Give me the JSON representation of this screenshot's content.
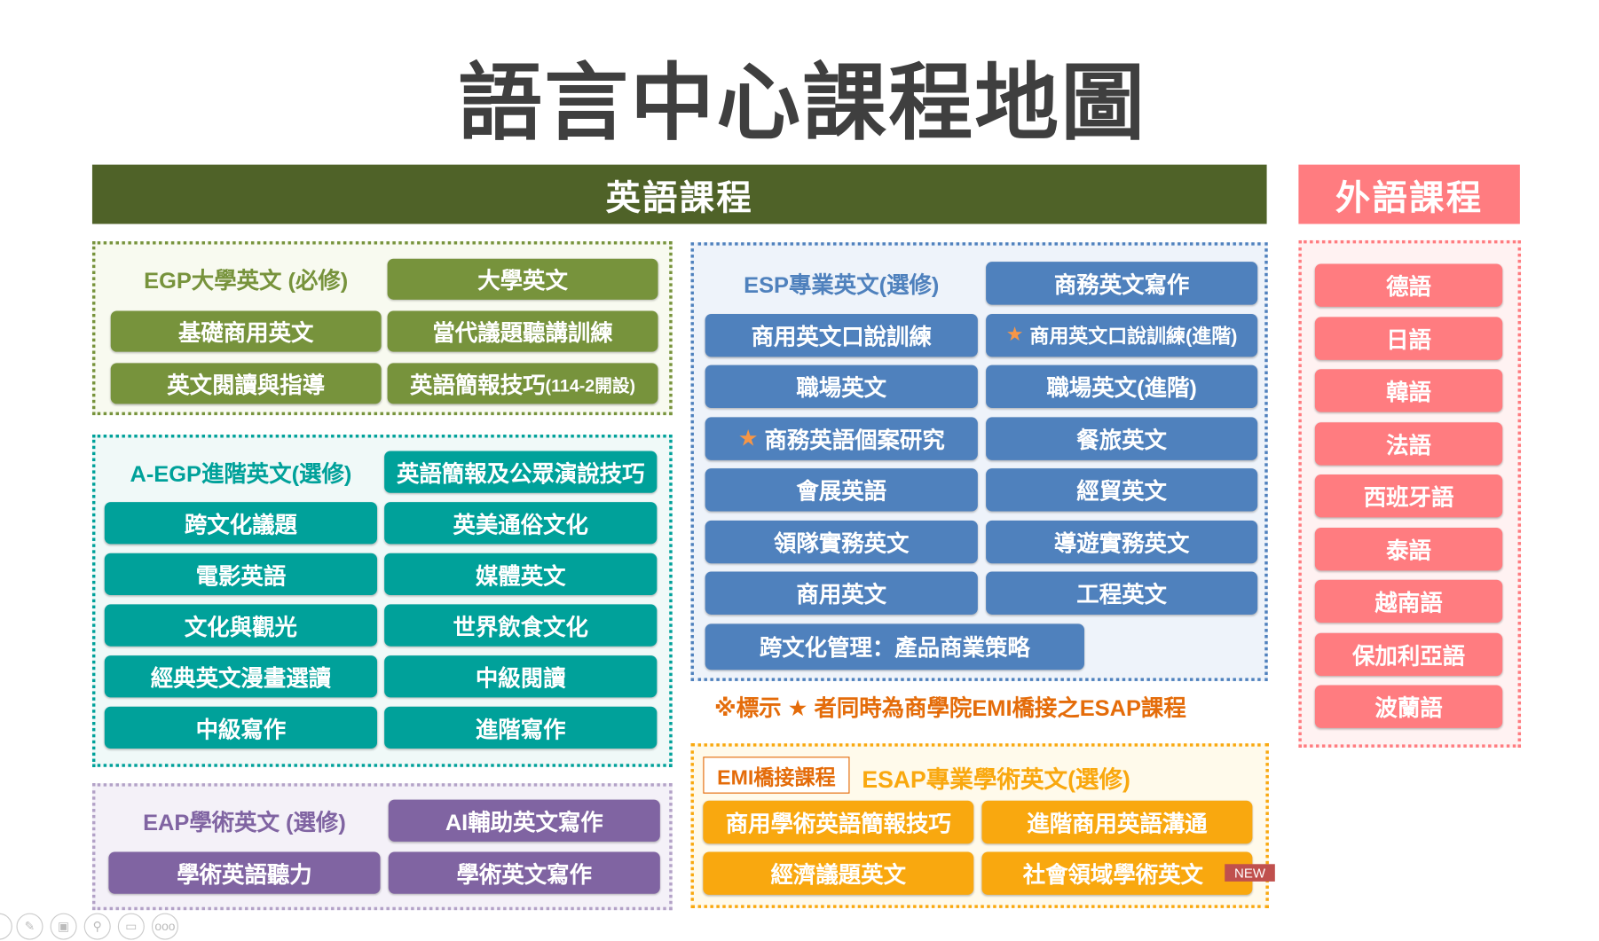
{
  "title": "語言中心課程地圖",
  "english_header": "英語課程",
  "foreign_header": "外語課程",
  "colors": {
    "olive": "#4f6228",
    "egp": "#77933c",
    "aegp": "#00a19a",
    "esp": "#4f81bd",
    "eap": "#8064a2",
    "esap": "#f9a80f",
    "foreign": "#ff7c80",
    "note": "#e46c0a",
    "new_badge": "#c0504d"
  },
  "egp": {
    "label": "EGP大學英文 (必修)",
    "items": [
      "大學英文",
      "基礎商用英文",
      "當代議題聽講訓練",
      "英文閱讀與指導",
      "英語簡報技巧",
      "(114-2開設)"
    ]
  },
  "aegp": {
    "label": "A-EGP進階英文(選修)",
    "items": [
      "英語簡報及公眾演說技巧",
      "跨文化議題",
      "英美通俗文化",
      "電影英語",
      "媒體英文",
      "文化與觀光",
      "世界飲食文化",
      "經典英文漫畫選讀",
      "中級閱讀",
      "中級寫作",
      "進階寫作"
    ]
  },
  "eap": {
    "label": "EAP學術英文 (選修)",
    "items": [
      "AI輔助英文寫作",
      "學術英語聽力",
      "學術英文寫作"
    ]
  },
  "esp": {
    "label": "ESP專業英文(選修)",
    "star": "★",
    "items": [
      "商務英文寫作",
      "商用英文口說訓練",
      "商用英文口說訓練(進階)",
      "職場英文",
      "職場英文(進階)",
      "商務英語個案研究",
      "餐旅英文",
      "會展英語",
      "經貿英文",
      "領隊實務英文",
      "導遊實務英文",
      "商用英文",
      "工程英文",
      "跨文化管理：產品商業策略"
    ]
  },
  "note": "※標示 ★ 者同時為商學院EMI橋接之ESAP課程",
  "esap": {
    "tag": "EMI橋接課程",
    "label": "ESAP專業學術英文(選修)",
    "items": [
      "商用學術英語簡報技巧",
      "進階商用英語溝通",
      "經濟議題英文",
      "社會領域學術英文"
    ],
    "new_badge": "NEW"
  },
  "foreign": {
    "items": [
      "德語",
      "日語",
      "韓語",
      "法語",
      "西班牙語",
      "泰語",
      "越南語",
      "保加利亞語",
      "波蘭語"
    ]
  },
  "toolbar": {
    "more": "ooo"
  }
}
